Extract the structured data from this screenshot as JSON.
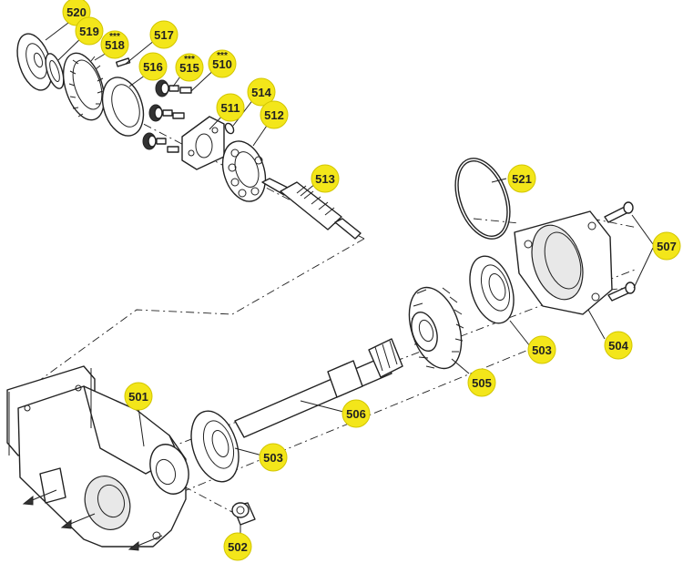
{
  "callouts": [
    {
      "text": "520"
    },
    {
      "text": "519"
    },
    {
      "text": "518",
      "mark": "***"
    },
    {
      "text": "517"
    },
    {
      "text": "516"
    },
    {
      "text": "515",
      "mark": "***"
    },
    {
      "text": "510",
      "mark": "***"
    },
    {
      "text": "514"
    },
    {
      "text": "511"
    },
    {
      "text": "512"
    },
    {
      "text": "513"
    },
    {
      "text": "521"
    },
    {
      "text": "507"
    },
    {
      "text": "504"
    },
    {
      "text": "503"
    },
    {
      "text": "505"
    },
    {
      "text": "501"
    },
    {
      "text": "506"
    },
    {
      "text": "503"
    },
    {
      "text": "502"
    }
  ],
  "colors": {
    "bubble": "#f3e61a",
    "line": "#222222",
    "background": "#ffffff"
  }
}
